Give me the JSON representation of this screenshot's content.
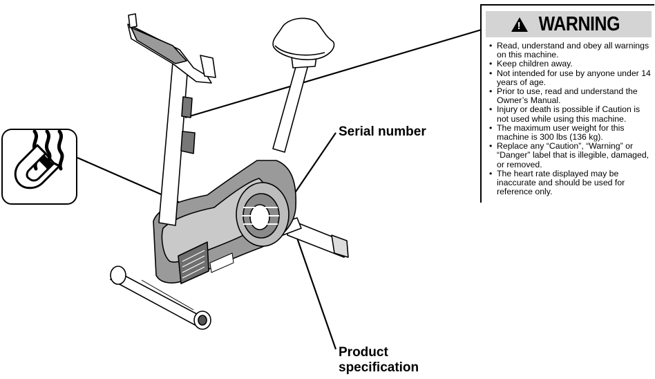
{
  "warning": {
    "title": "WARNING",
    "triangle_symbol": "!",
    "items": [
      "Read, understand and obey all warnings on this machine.",
      "Keep children away.",
      "Not intended for use by anyone under 14 years of age.",
      "Prior to use, read and understand the Owner’s Manual.",
      "Injury or death is possible if Caution is not used while using this machine.",
      "The maximum user weight for this machine is 300 lbs (136 kg).",
      "Replace any “Caution”, “Warning” or “Danger” label that is illegible, damaged, or removed.",
      "The heart rate displayed may be inaccurate and should be used for reference only."
    ]
  },
  "labels": {
    "serial_number": "Serial number",
    "product_specification_line1": "Product",
    "product_specification_line2": "specification"
  },
  "icons": [
    "magnet-warning-icon",
    "warning-triangle-icon",
    "exercise-bike-illustration"
  ],
  "colors": {
    "header_gray": "#d4d4d4",
    "ink": "#000000",
    "bike_shade": "#9a9a9a"
  }
}
